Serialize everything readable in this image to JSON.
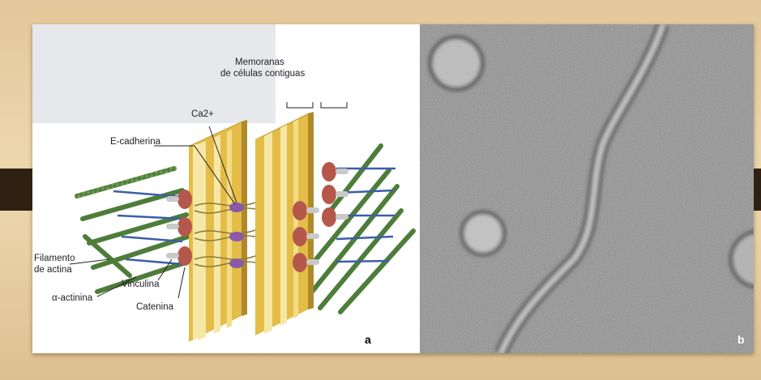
{
  "figure": {
    "panel_a": {
      "letter": "a",
      "labels": {
        "membranes_line1": "Memoranas",
        "membranes_line2": "de células contiguas",
        "calcium": "Ca2+",
        "cadherin": "E-cadherina",
        "actin_line1": "Filamento",
        "actin_line2": "de actina",
        "alpha_actinin": "α-actinina",
        "vinculin": "Vinculina",
        "catenin": "Catenina"
      }
    },
    "panel_b": {
      "letter": "b"
    }
  },
  "colors": {
    "membrane_face": "#e3bd47",
    "membrane_stripe": "#f7e7a6",
    "membrane_top": "#c9a236",
    "membrane_side": "#b08a2a",
    "actin": "#4e7d3a",
    "linker": "#3b5fa8",
    "cadherin_node": "#8a5aa8",
    "anchor_protein": "#b5574a",
    "vinculin_capsule": "#c9c9c9",
    "micrograph_base": "#8f8f8f"
  }
}
